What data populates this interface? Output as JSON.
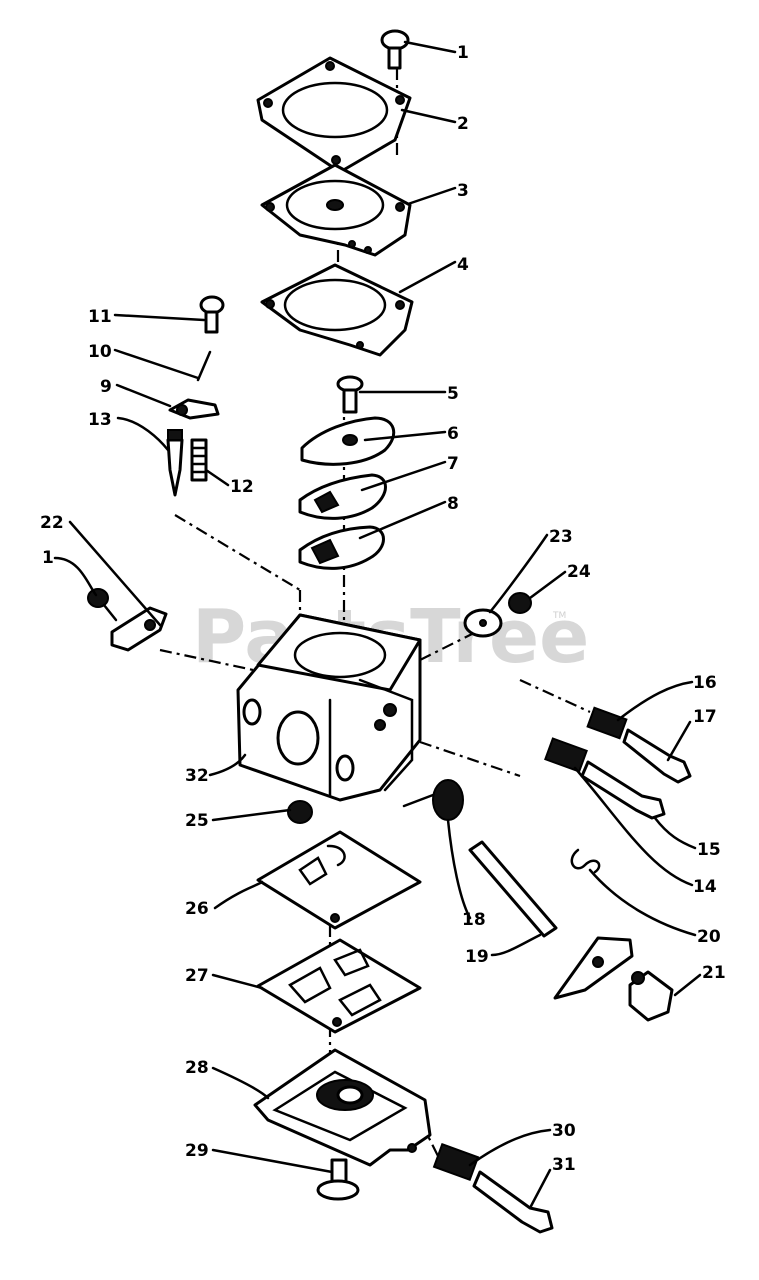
{
  "watermark": {
    "text": "PartsTree",
    "tm": "TM"
  },
  "labels": {
    "l1": "1",
    "l2": "2",
    "l3": "3",
    "l4": "4",
    "l5": "5",
    "l6": "6",
    "l7": "7",
    "l8": "8",
    "l9": "9",
    "l10": "10",
    "l11": "11",
    "l12": "12",
    "l13": "13",
    "l14": "14",
    "l15": "15",
    "l16": "16",
    "l17": "17",
    "l18": "18",
    "l19": "19",
    "l20": "20",
    "l21": "21",
    "l22": "22",
    "l23": "23",
    "l24": "24",
    "l25": "25",
    "l26": "26",
    "l27": "27",
    "l28": "28",
    "l29": "29",
    "l30": "30",
    "l31": "31",
    "l32": "32",
    "l1b": "1"
  }
}
